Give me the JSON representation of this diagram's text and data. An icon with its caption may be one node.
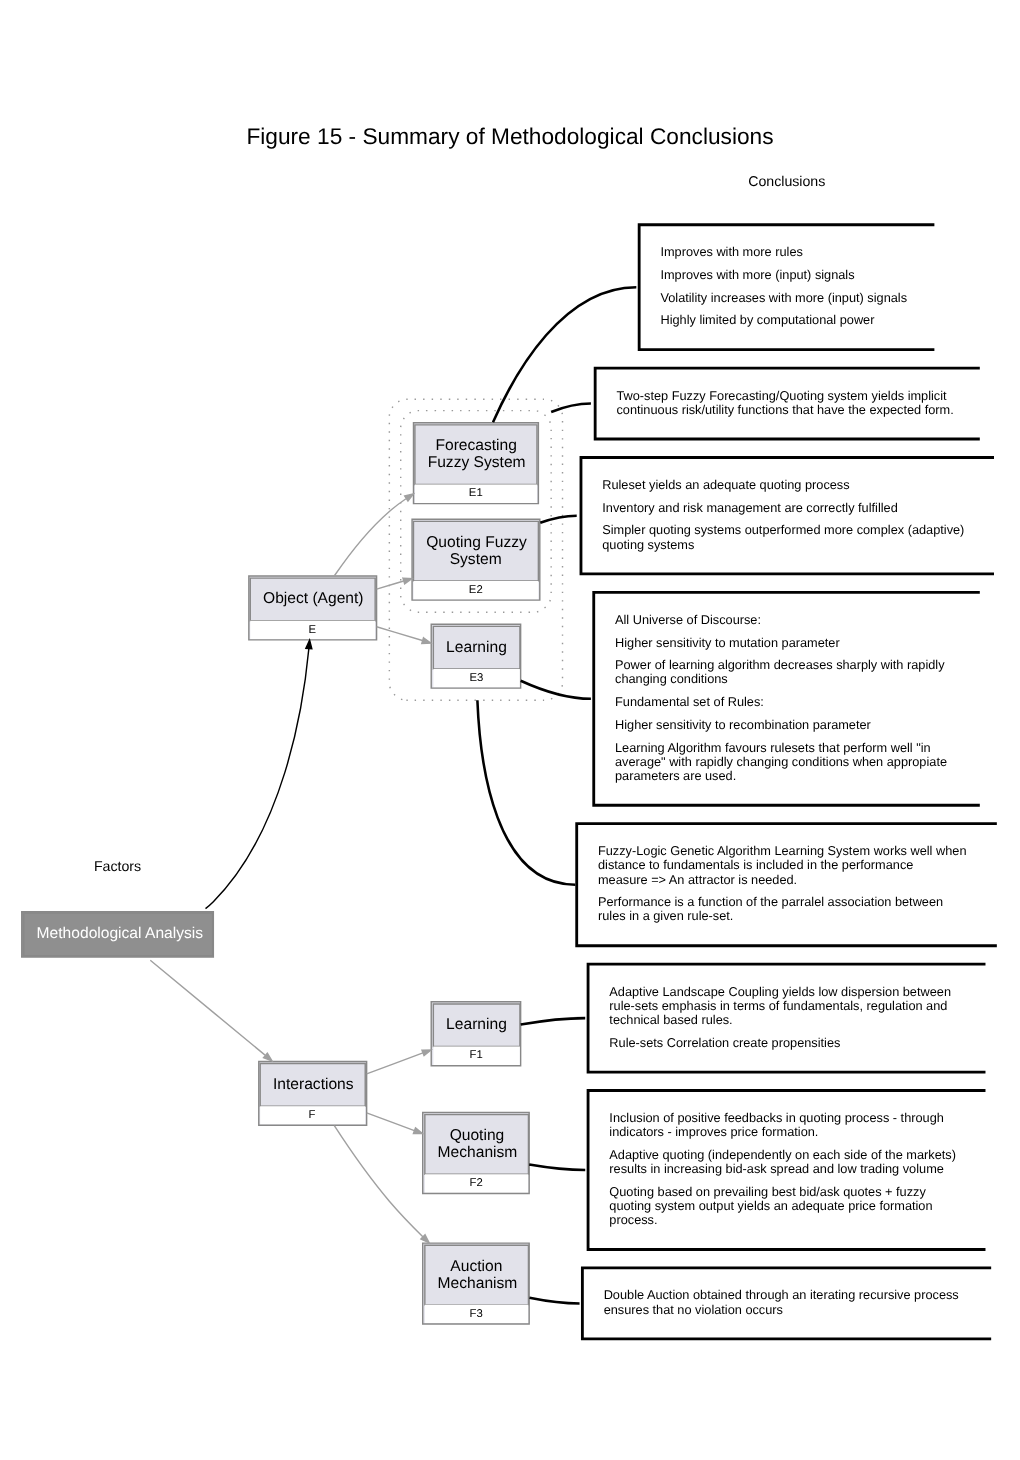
{
  "diagram": {
    "title": "Figure 15 - Summary of Methodological Conclusions",
    "nodes": [
      {
        "text": [
          "Methodological Analysis"
        ]
      },
      {
        "text": [
          "Object (Agent)",
          "E"
        ]
      },
      {
        "text": [],
        "shape": "box"
      },
      {
        "text": [],
        "shape": "box",
        "in": 2
      },
      {
        "text": [
          "Forecasting Fuzzy System",
          "E1"
        ],
        "in": 3
      },
      {
        "text": [
          "Quoting Fuzzy System",
          "E2"
        ],
        "in": 3
      },
      {
        "text": [
          "Learning",
          "E3"
        ],
        "in": 2
      },
      {
        "text": [
          "Interactions",
          "F"
        ]
      },
      {
        "text": [
          "Learning",
          "F1"
        ]
      },
      {
        "text": [
          "Quoting Mechanism",
          "F2"
        ]
      },
      {
        "text": [
          "Auction Mechanism",
          "F3"
        ]
      },
      {
        "text": [
          "Improves with more rules",
          "Improves with more (input) signals",
          "Volatility increases with more (input) signals",
          "Highly limited by computational power"
        ]
      },
      {
        "text": [
          "Ruleset yields an adequate quoting process",
          "Inventory and risk management are correctly fulfilled",
          "Simpler quoting systems outperformed more complex (adaptive) quoting systems"
        ]
      },
      {
        "text": [
          "Two-step Fuzzy Forecasting/Quoting system yields implicit continuous risk/utility functions that have the expected form."
        ]
      },
      {
        "text": [
          "All Universe of Discourse:",
          "Higher sensitivity to mutation parameter",
          "Power of learning algorithm decreases sharply with rapidly changing conditions",
          "Fundamental set of Rules:",
          "Higher sensitivity to recombination parameter",
          "Learning Algorithm favours rulesets that perform well \"in average\" with rapidly changing conditions when appropiate parameters are used."
        ]
      },
      {
        "text": [
          "Fuzzy-Logic Genetic Algorithm Learning System works well when distance to fundamentals is included in the performance measure => An attractor is needed.",
          "Performance is a function of the parralel association between rules in a given rule-set."
        ]
      },
      {
        "text": [
          "Adaptive Landscape Coupling yields low dispersion between rule-sets emphasis in terms of fundamentals, regulation and technical based rules.",
          "Rule-sets Correlation create propensities"
        ]
      },
      {
        "text": [
          "Inclusion of positive feedbacks in quoting process - through indicators - improves price formation.",
          "Adaptive quoting (independently on each side of the markets) results in increasing bid-ask spread and low trading volume",
          "Quoting based on prevailing best bid/ask quotes + fuzzy quoting system output yields an adequate price formation process."
        ]
      },
      {
        "text": [
          "Double Auction obtained through an iterating recursive process ensures that no violation occurs"
        ]
      }
    ],
    "edges": [
      {
        "from": 0,
        "to": 1,
        "arrow": "to"
      },
      {
        "from": 1,
        "to": 4,
        "arrow": "to",
        "color": "#a0a0a0"
      },
      {
        "from": 1,
        "to": 5,
        "arrow": "to",
        "color": "#a0a0a0"
      },
      {
        "from": 1,
        "to": 6,
        "arrow": "to",
        "color": "#a0a0a0"
      },
      {
        "from": 0,
        "to": 7,
        "arrow": "to",
        "color": "#a0a0a0"
      },
      {
        "from": 7,
        "to": 8,
        "arrow": "to",
        "color": "#a0a0a0"
      },
      {
        "from": 7,
        "to": 9,
        "arrow": "to",
        "color": "#a0a0a0"
      },
      {
        "from": 7,
        "to": 10,
        "arrow": "to",
        "color": "#a0a0a0"
      },
      {
        "from": 4,
        "to": 11,
        "arrow": "none"
      },
      {
        "from": 5,
        "to": 12,
        "arrow": "none"
      },
      {
        "from": 3,
        "to": 13,
        "arrow": "none"
      },
      {
        "from": 6,
        "to": 14,
        "arrow": "none"
      },
      {
        "from": 2,
        "to": 15,
        "arrow": "none"
      },
      {
        "from": 8,
        "to": 16,
        "arrow": "none"
      },
      {
        "from": 9,
        "to": 17,
        "arrow": "none"
      },
      {
        "from": 10,
        "to": 18,
        "arrow": "none"
      }
    ],
    "labels": [
      "Factors",
      "Conclusions"
    ]
  }
}
